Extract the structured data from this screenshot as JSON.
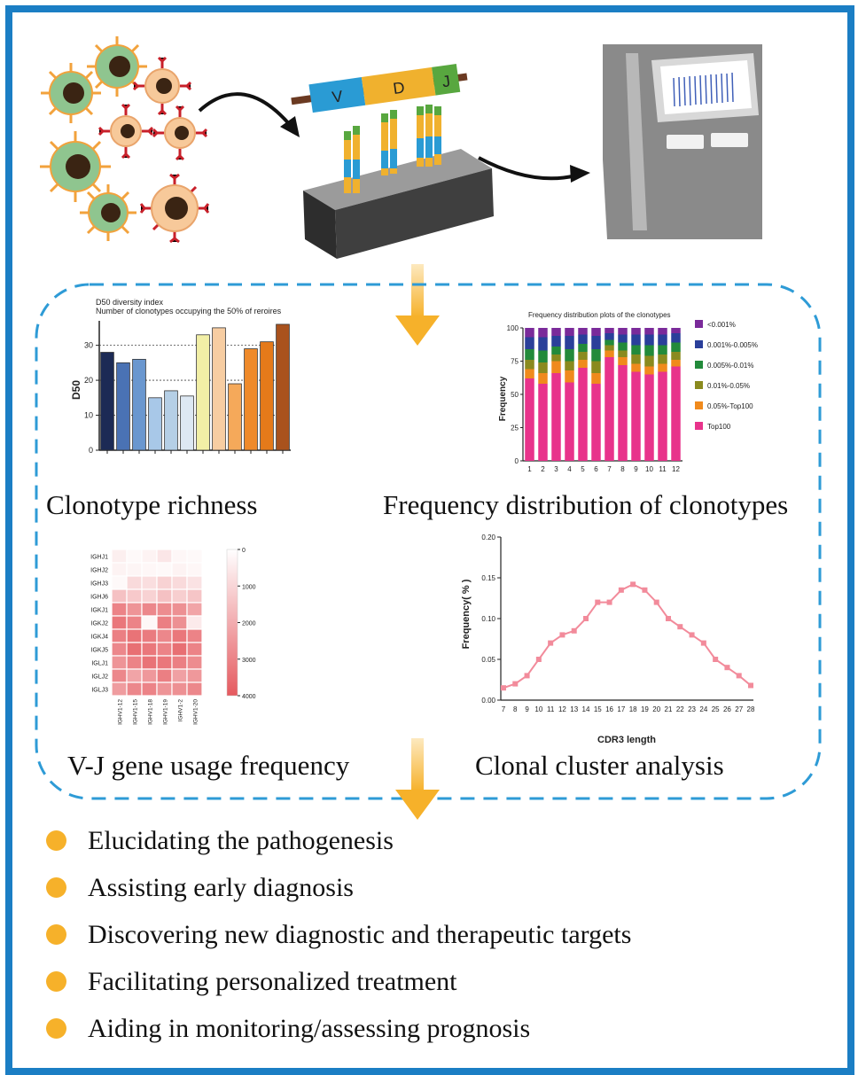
{
  "colors": {
    "frame_border": "#1b7ec4",
    "dashed_border": "#2e9bd6",
    "arrow_orange": "#f6b12a",
    "machine_gray": "#8a8a8a"
  },
  "vdj_labels": {
    "v": "V",
    "d": "D",
    "j": "J"
  },
  "captions": {
    "richness": "Clonotype richness",
    "frequency": "Frequency distribution of clonotypes",
    "vj": "V-J gene usage frequency",
    "cluster": "Clonal cluster analysis"
  },
  "outcomes": [
    "Elucidating the pathogenesis",
    "Assisting early diagnosis",
    "Discovering new diagnostic and therapeutic targets",
    "Facilitating personalized treatment",
    "Aiding in monitoring/assessing prognosis"
  ],
  "chart_data": [
    {
      "type": "bar",
      "title": "D50 diversity index",
      "subtitle": "Number of clonotypes occupying the 50% of reroires",
      "ylabel": "D50",
      "ylim": [
        0,
        37
      ],
      "yticks": [
        "0",
        "10",
        "20",
        "30"
      ],
      "values": [
        28,
        25,
        26,
        15,
        17,
        15.5,
        33,
        35,
        19,
        29,
        31,
        36
      ],
      "colors": [
        "#1c2a55",
        "#4a72b4",
        "#6a97cf",
        "#a8c8e8",
        "#b5cfe6",
        "#dde8f3",
        "#f2efa6",
        "#f7cda2",
        "#f5a95a",
        "#ef8a2a",
        "#e57a1a",
        "#a9521d"
      ]
    },
    {
      "type": "bar",
      "title": "Frequency distribution plots of the clonotypes",
      "ylabel": "Frequency",
      "ylim": [
        0,
        100
      ],
      "yticks": [
        "0",
        "25",
        "50",
        "75",
        "100"
      ],
      "categories": [
        "1",
        "2",
        "3",
        "4",
        "5",
        "6",
        "7",
        "8",
        "9",
        "10",
        "11",
        "12"
      ],
      "series": [
        {
          "name": "Top100",
          "color": "#e8338b",
          "values": [
            62,
            58,
            66,
            59,
            70,
            58,
            78,
            72,
            67,
            65,
            67,
            71
          ]
        },
        {
          "name": "0.05%-Top100",
          "color": "#f08a1c",
          "values": [
            7,
            8,
            9,
            9,
            6,
            8,
            5,
            6,
            6,
            6,
            6,
            5
          ]
        },
        {
          "name": "0.01%-0.05%",
          "color": "#8a8a1e",
          "values": [
            7,
            8,
            5,
            7,
            6,
            9,
            4,
            5,
            7,
            8,
            7,
            6
          ]
        },
        {
          "name": "0.005%-0.01%",
          "color": "#228a3a",
          "values": [
            8,
            9,
            6,
            9,
            6,
            9,
            4,
            6,
            7,
            8,
            7,
            7
          ]
        },
        {
          "name": "0.001%-0.005%",
          "color": "#2a3f9a",
          "values": [
            9,
            10,
            8,
            10,
            7,
            10,
            5,
            6,
            8,
            8,
            8,
            7
          ]
        },
        {
          "name": "<0.001%",
          "color": "#7a2a9a",
          "values": [
            7,
            7,
            6,
            6,
            5,
            6,
            4,
            5,
            5,
            5,
            5,
            4
          ]
        }
      ]
    },
    {
      "type": "heatmap",
      "rows": [
        "IGHJ1",
        "IGHJ2",
        "IGHJ3",
        "IGHJ6",
        "IGKJ1",
        "IGKJ2",
        "IGKJ4",
        "IGKJ5",
        "IGLJ1",
        "IGLJ2",
        "IGLJ3"
      ],
      "columns": [
        "IGHV1-12",
        "IGHV1-15",
        "IGHV1-18",
        "IGHV1-19",
        "IGHV1-2",
        "IGHV1-20"
      ],
      "colorbar_ticks": [
        "0",
        "1000",
        "2000",
        "3000",
        "4000"
      ],
      "values": [
        [
          400,
          150,
          300,
          600,
          200,
          150
        ],
        [
          300,
          250,
          200,
          150,
          300,
          200
        ],
        [
          150,
          900,
          800,
          1100,
          900,
          700
        ],
        [
          1500,
          1300,
          1100,
          1500,
          1200,
          1400
        ],
        [
          3000,
          2600,
          2900,
          2800,
          2700,
          2200
        ],
        [
          3300,
          3000,
          200,
          3100,
          2700,
          500
        ],
        [
          3100,
          3400,
          3200,
          2900,
          3300,
          3000
        ],
        [
          2900,
          3500,
          3300,
          3000,
          3500,
          3000
        ],
        [
          2600,
          3000,
          3400,
          3300,
          3100,
          2800
        ],
        [
          2900,
          2200,
          2500,
          3100,
          2300,
          2500
        ],
        [
          2400,
          2900,
          3000,
          2600,
          2700,
          2900
        ]
      ]
    },
    {
      "type": "line",
      "xlabel": "CDR3 length",
      "ylabel": "Frequency( % )",
      "ylim": [
        0,
        0.2
      ],
      "yticks": [
        "0.00",
        "0.05",
        "0.10",
        "0.15",
        "0.20"
      ],
      "x": [
        7,
        8,
        9,
        10,
        11,
        12,
        13,
        14,
        15,
        16,
        17,
        18,
        19,
        20,
        21,
        22,
        23,
        24,
        25,
        26,
        27,
        28
      ],
      "values": [
        0.015,
        0.02,
        0.03,
        0.05,
        0.07,
        0.08,
        0.085,
        0.1,
        0.12,
        0.12,
        0.135,
        0.142,
        0.135,
        0.12,
        0.1,
        0.09,
        0.08,
        0.07,
        0.05,
        0.04,
        0.03,
        0.018
      ]
    }
  ]
}
